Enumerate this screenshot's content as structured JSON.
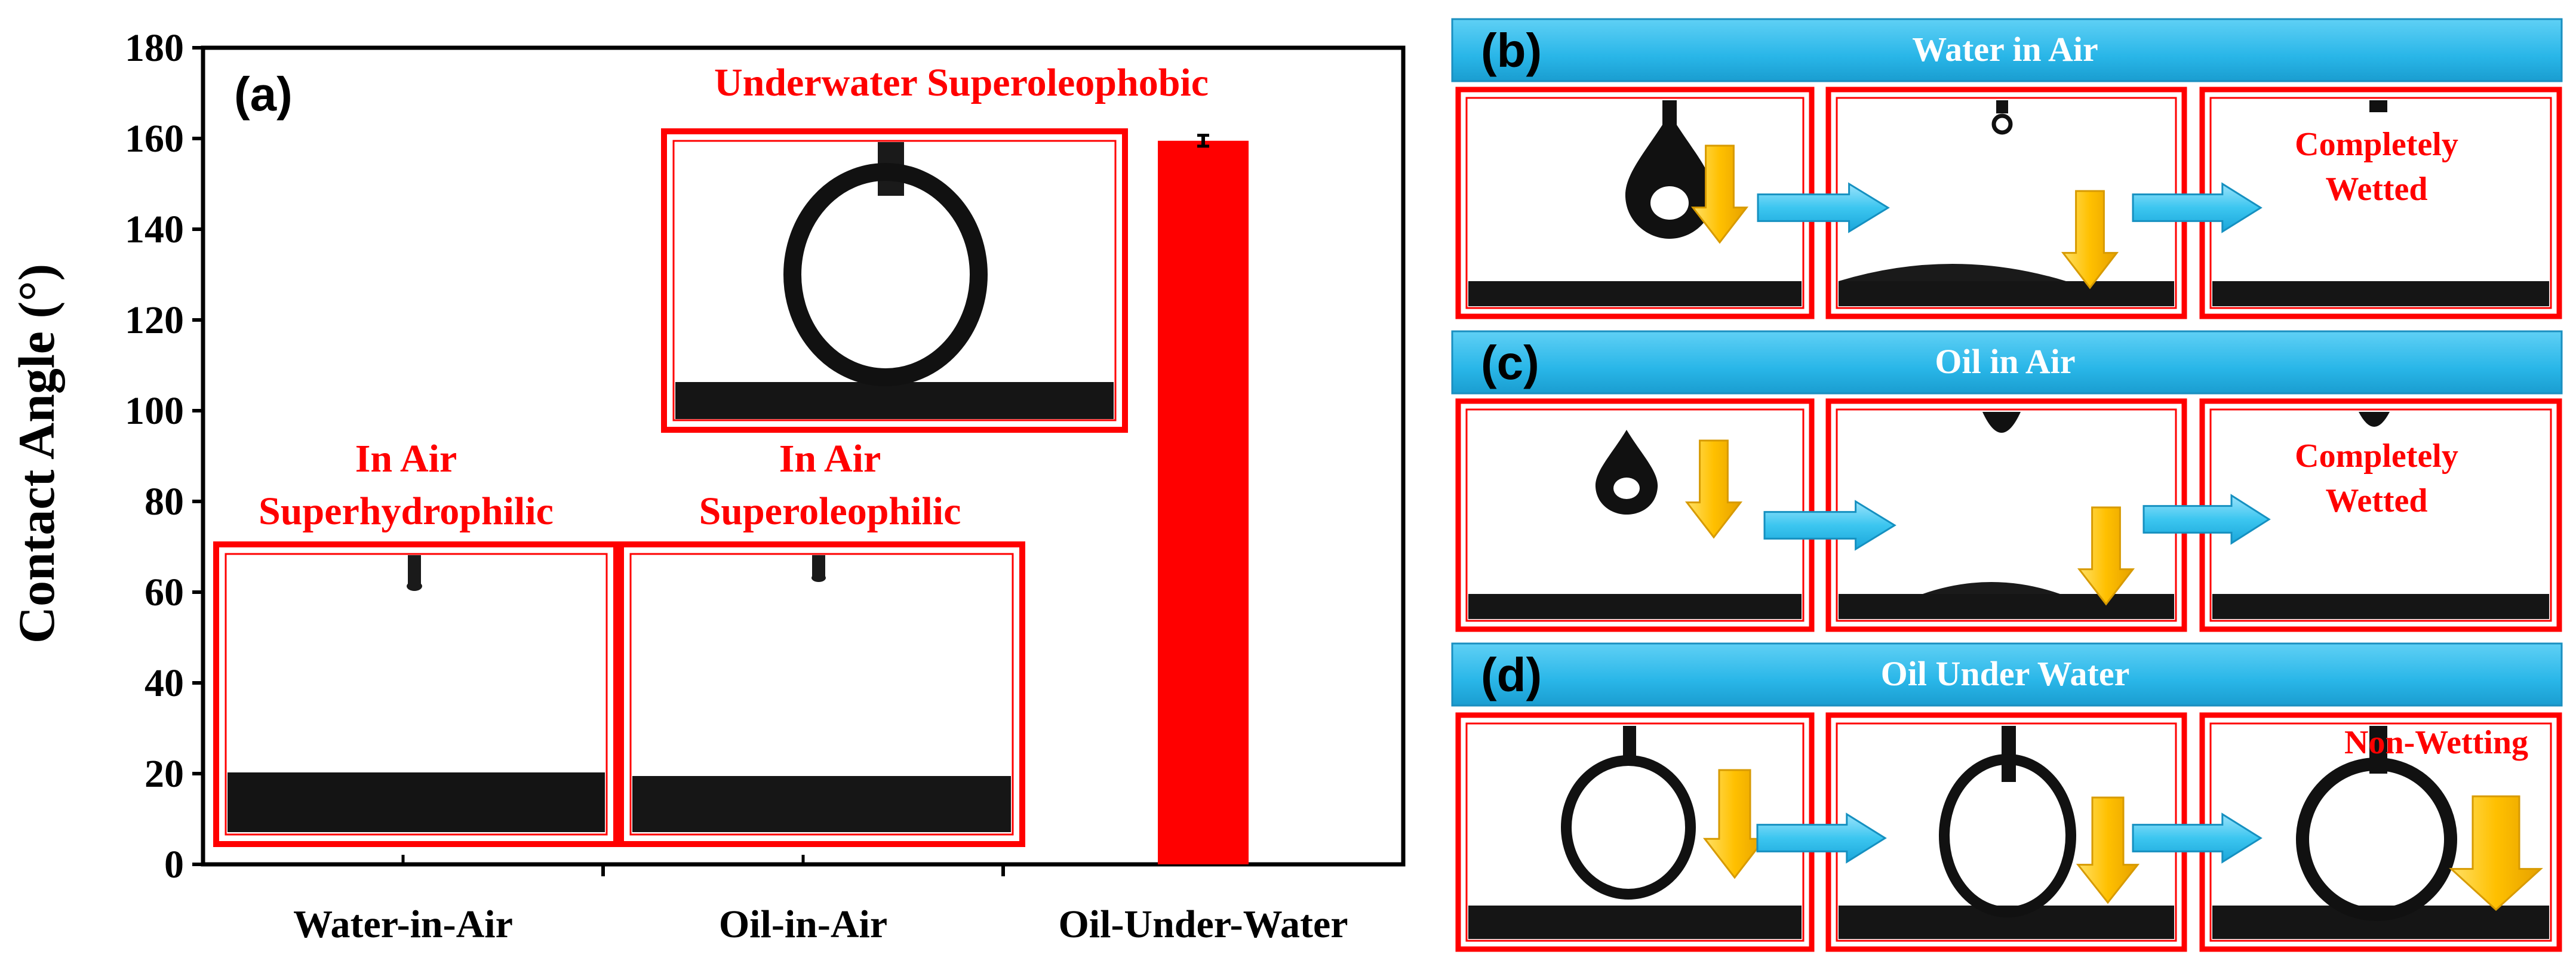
{
  "chart_data": {
    "type": "bar",
    "panel_label": "(a)",
    "categories": [
      "Water-in-Air",
      "Oil-in-Air",
      "Oil-Under-Water"
    ],
    "values": [
      0,
      0,
      159.5
    ],
    "error": [
      0,
      0,
      1.2
    ],
    "ylabel": "Contact Angle (°)",
    "ylim": [
      0,
      180
    ],
    "yticks": [
      0,
      20,
      40,
      60,
      80,
      100,
      120,
      140,
      160,
      180
    ],
    "bar_color": "#ff0000",
    "insets": [
      {
        "line1": "In Air",
        "line2": "Superhydrophilic"
      },
      {
        "line1": "In Air",
        "line2": "Superoleophilic"
      },
      {
        "line1": "",
        "line2": "Underwater Superoleophobic"
      }
    ]
  },
  "panels": [
    {
      "label": "(b)",
      "title": "Water in Air",
      "note": [
        "Completely",
        "Wetted"
      ]
    },
    {
      "label": "(c)",
      "title": "Oil in Air",
      "note": [
        "Completely",
        "Wetted"
      ]
    },
    {
      "label": "(d)",
      "title": "Oil Under Water",
      "note": [
        "Non-Wetting"
      ]
    }
  ],
  "colors": {
    "accent_red": "#ff0000",
    "banner_blue": "#29b6e8",
    "arrow_yellow": "#ffc000",
    "arrow_blue": "#3cc6f0"
  }
}
